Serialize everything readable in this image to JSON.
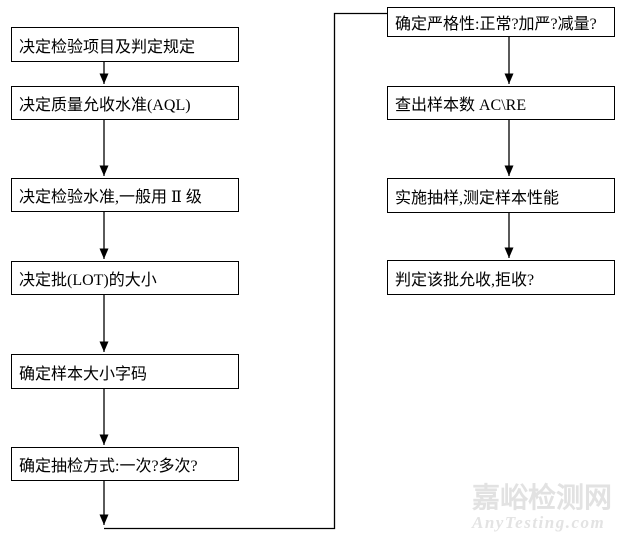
{
  "page": {
    "background_color": "#ffffff",
    "line_color": "#000000",
    "box_border_color": "#000000",
    "box_fill_color": "#ffffff"
  },
  "flowchart": {
    "left_column": [
      {
        "label": "决定检验项目及判定规定"
      },
      {
        "label": "决定质量允收水准(AQL)"
      },
      {
        "label": "决定检验水准,一般用 Ⅱ 级"
      },
      {
        "label": "决定批(LOT)的大小"
      },
      {
        "label": "确定样本大小字码"
      },
      {
        "label": "确定抽检方式:一次?多次?"
      }
    ],
    "right_column": [
      {
        "label": "确定严格性:正常?加严?减量?"
      },
      {
        "label": "查出样本数 AC\\RE"
      },
      {
        "label": "实施抽样,测定样本性能"
      },
      {
        "label": "判定该批允收,拒收?"
      }
    ]
  },
  "watermark": {
    "title": "嘉峪检测网",
    "subtitle": "AnyTesting.com",
    "color": "#e2e2e2"
  }
}
